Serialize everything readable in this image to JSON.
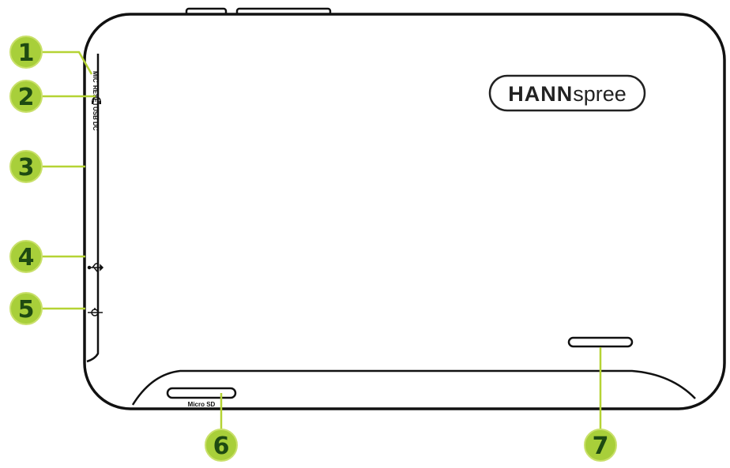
{
  "brand": {
    "bold_part": "HANN",
    "light_part": "spree"
  },
  "side_port_labels": {
    "mic": "MIC",
    "reset": "RESET",
    "usb": "USB",
    "dc": "DC"
  },
  "slot_label": "Micro SD",
  "callouts": [
    "1",
    "2",
    "3",
    "4",
    "5",
    "6",
    "7"
  ],
  "colors": {
    "callout_fill": "#a8cf3a",
    "callout_text": "#1e4a12",
    "leader_line": "#b5d334",
    "outline": "#111111"
  },
  "icons": [
    "headphone-icon",
    "usb-icon",
    "dc-power-icon"
  ]
}
